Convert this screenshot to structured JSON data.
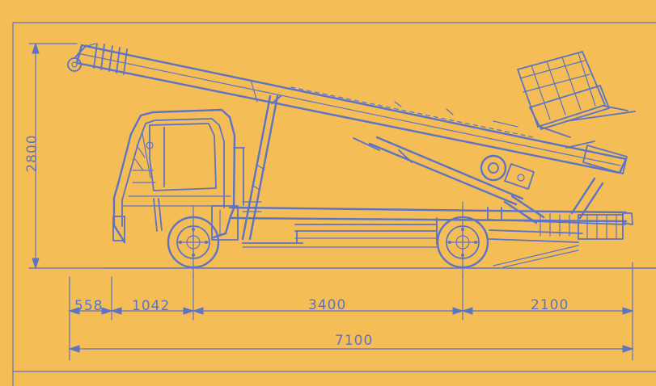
{
  "diagram": {
    "dimensions": {
      "height": "2800",
      "front_overhang": "558",
      "cab_offset": "1042",
      "wheelbase": "3400",
      "rear_overhang": "2100",
      "overall_length": "7100"
    },
    "colors": {
      "paper": "#f4bd55",
      "ink": "#5d73c6"
    }
  }
}
